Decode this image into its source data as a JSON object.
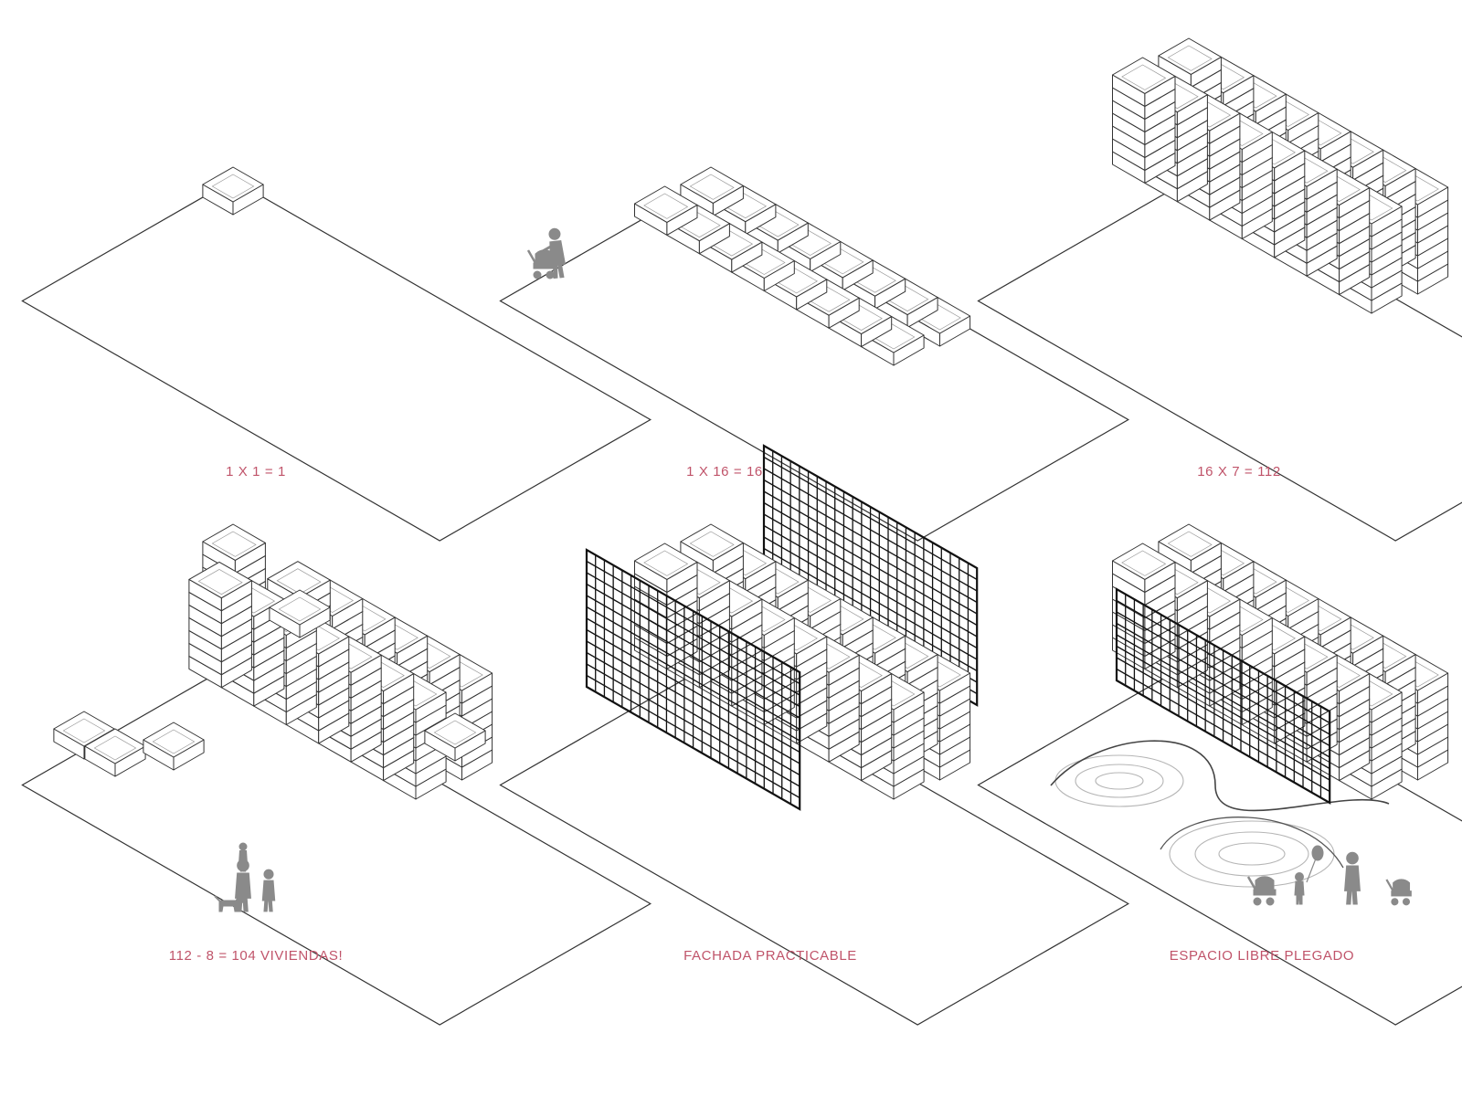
{
  "colors": {
    "caption": "#c0546a",
    "line": "#333333",
    "grid": "#111111",
    "figure": "#8a8a8a",
    "contour": "#b5b5b5"
  },
  "panels": [
    {
      "caption": "1 X 1 = 1",
      "scene": "single-unit"
    },
    {
      "caption": "1 X 16 = 16",
      "scene": "one-storey-rows"
    },
    {
      "caption": "16 X 7 = 112",
      "scene": "seven-storey-block"
    },
    {
      "caption": "112 - 8 = 104 VIVIENDAS!",
      "scene": "subtracted-units"
    },
    {
      "caption": "FACHADA PRACTICABLE",
      "scene": "operable-facade"
    },
    {
      "caption": "ESPACIO LIBRE PLEGADO",
      "scene": "folded-open-space"
    }
  ],
  "icons": [
    "person-stroller-icon",
    "family-with-dog-icon",
    "parents-children-icon"
  ]
}
